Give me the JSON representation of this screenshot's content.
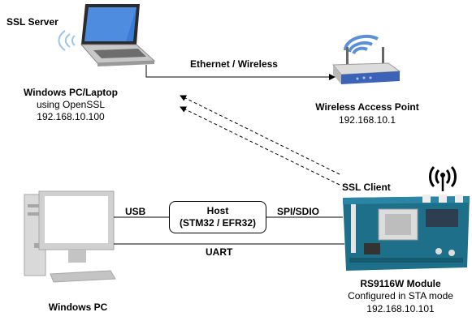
{
  "labels": {
    "ssl_server": "SSL Server",
    "windows_pc_laptop": "Windows PC/Laptop",
    "using_openssl": "using OpenSSL",
    "server_ip": "192.168.10.100",
    "ethernet_wireless": "Ethernet / Wireless",
    "wireless_ap": "Wireless Access Point",
    "ap_ip": "192.168.10.1",
    "ssl_client": "SSL Client",
    "usb": "USB",
    "spi_sdio": "SPI/SDIO",
    "uart": "UART",
    "host_line1": "Host",
    "host_line2": "(STM32 / EFR32)",
    "module_name": "RS9116W Module",
    "module_mode": "Configured in STA mode",
    "module_ip": "192.168.10.101",
    "windows_pc": "Windows PC"
  },
  "colors": {
    "line": "#000000",
    "wifi_waves": "#5b8fd6",
    "router_body": "#3c63b8",
    "board_green": "#1d6f8a"
  }
}
